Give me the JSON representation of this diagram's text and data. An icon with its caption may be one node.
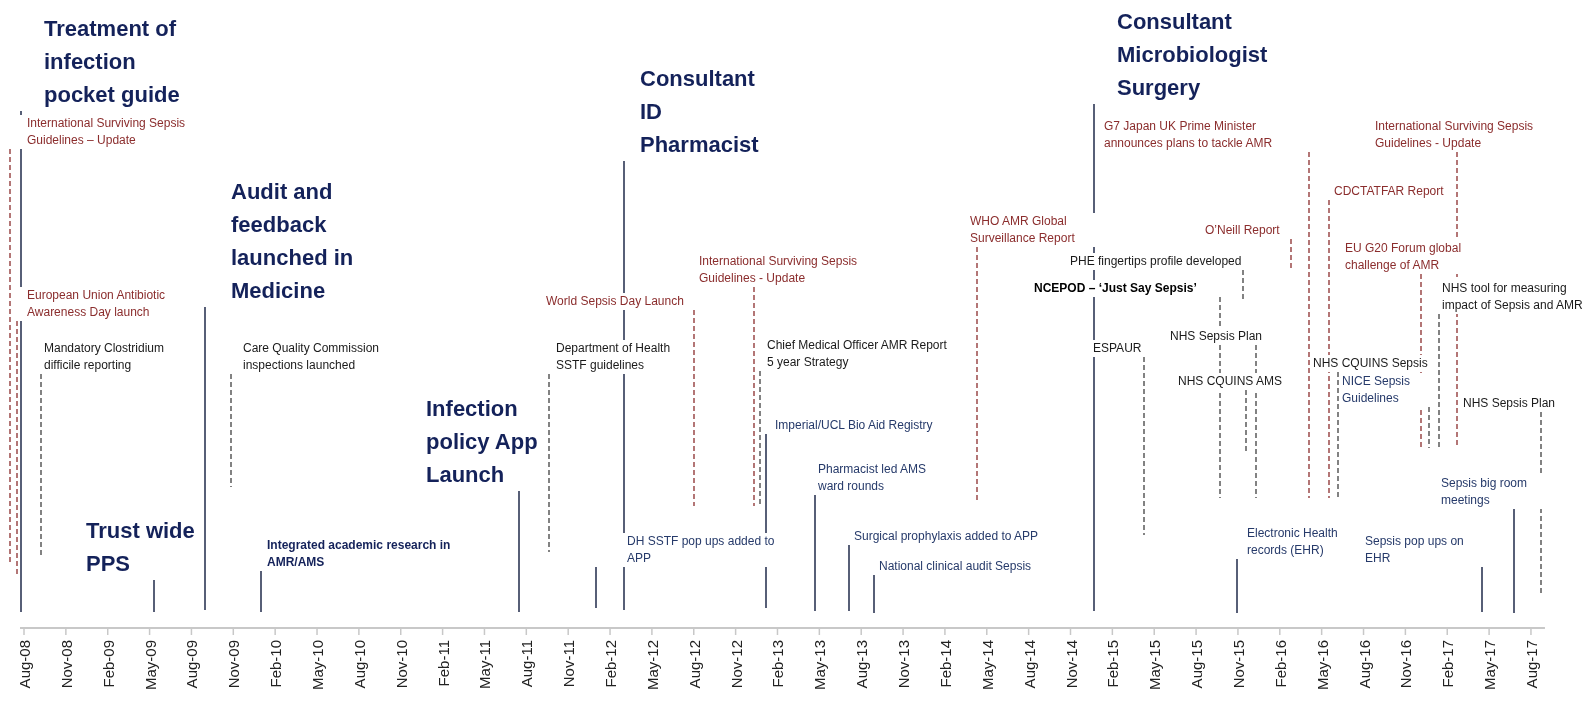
{
  "diagram": {
    "nodes": [
      {
        "text": [
          "Treatment of infection pocket guide"
        ]
      },
      {
        "text": [
          "International Surviving Sepsis Guidelines – Update"
        ]
      },
      {
        "text": [
          "European Union Antibiotic Awareness Day launch"
        ]
      },
      {
        "text": [
          "Mandatory Clostridium difficile reporting"
        ]
      },
      {
        "text": [
          "Trust wide PPS"
        ]
      },
      {
        "text": [
          "Audit and feedback launched in Medicine"
        ]
      },
      {
        "text": [
          "Care Quality Commission inspections launched"
        ]
      },
      {
        "text": [
          "Integrated academic research in AMR/AMS"
        ]
      },
      {
        "text": [
          "Infection policy App Launch"
        ]
      },
      {
        "text": [
          "Department of Health SSTF guidelines"
        ]
      },
      {
        "text": [
          "World Sepsis Day Launch"
        ]
      },
      {
        "text": [
          "Consultant ID Pharmacist"
        ]
      },
      {
        "text": [
          "DH SSTF pop ups added to APP"
        ]
      },
      {
        "text": [
          "International Surviving Sepsis Guidelines - Update"
        ]
      },
      {
        "text": [
          "Chief Medical Officer AMR Report 5 year Strategy"
        ]
      },
      {
        "text": [
          "Imperial/UCL Bio Aid Registry"
        ]
      },
      {
        "text": [
          "Pharmacist led AMS ward rounds"
        ]
      },
      {
        "text": [
          "Surgical prophylaxis added to APP"
        ]
      },
      {
        "text": [
          "National clinical audit Sepsis"
        ]
      },
      {
        "text": [
          "WHO AMR Global Surveillance Report"
        ]
      },
      {
        "text": [
          "Consultant Microbiologist Surgery"
        ]
      },
      {
        "text": [
          "G7 Japan UK Prime Minister announces plans to tackle AMR"
        ]
      },
      {
        "text": [
          "PHE fingertips profile developed"
        ]
      },
      {
        "text": [
          "O’Neill Report"
        ]
      },
      {
        "text": [
          "NCEPOD – ‘Just Say Sepsis’"
        ]
      },
      {
        "text": [
          "ESPAUR"
        ]
      },
      {
        "text": [
          "NHS Sepsis Plan"
        ]
      },
      {
        "text": [
          "NHS CQUINS AMS"
        ]
      },
      {
        "text": [
          "Electronic Health records (EHR)"
        ]
      },
      {
        "text": [
          "NHS CQUINS Sepsis"
        ]
      },
      {
        "text": [
          "CDCTATFAR Report"
        ]
      },
      {
        "text": [
          "EU G20 Forum global challenge of AMR"
        ]
      },
      {
        "text": [
          "International Surviving Sepsis Guidelines - Update"
        ]
      },
      {
        "text": [
          "NICE Sepsis Guidelines"
        ]
      },
      {
        "text": [
          "NHS tool for measuring impact of Sepsis and AMR"
        ]
      },
      {
        "text": [
          "Sepsis pop ups on EHR"
        ]
      },
      {
        "text": [
          "Sepsis big room meetings"
        ]
      },
      {
        "text": [
          "NHS Sepsis Plan"
        ]
      }
    ],
    "edges": [
      {
        "from": 0,
        "to": null,
        "arrow": "none"
      },
      {
        "from": 1,
        "to": null,
        "arrow": "none",
        "style": "dashed",
        "color": "#8b2d2d"
      },
      {
        "from": 2,
        "to": null,
        "arrow": "none",
        "style": "dashed",
        "color": "#8b2d2d"
      },
      {
        "from": 3,
        "to": null,
        "arrow": "none",
        "style": "dashed",
        "color": "#404040"
      },
      {
        "from": 4,
        "to": null,
        "arrow": "none"
      },
      {
        "from": 5,
        "to": null,
        "arrow": "none"
      },
      {
        "from": 6,
        "to": null,
        "arrow": "none",
        "style": "dashed",
        "color": "#404040"
      },
      {
        "from": 7,
        "to": null,
        "arrow": "none"
      },
      {
        "from": 8,
        "to": null,
        "arrow": "none"
      },
      {
        "from": 9,
        "to": null,
        "arrow": "none",
        "style": "dashed",
        "color": "#404040"
      },
      {
        "from": 10,
        "to": null,
        "arrow": "none",
        "style": "dashed",
        "color": "#8b2d2d"
      },
      {
        "from": 11,
        "to": null,
        "arrow": "none"
      },
      {
        "from": 12,
        "to": null,
        "arrow": "none"
      },
      {
        "from": 13,
        "to": null,
        "arrow": "none",
        "style": "dashed",
        "color": "#8b2d2d"
      },
      {
        "from": 14,
        "to": null,
        "arrow": "none",
        "style": "dashed",
        "color": "#404040"
      },
      {
        "from": 15,
        "to": null,
        "arrow": "none"
      },
      {
        "from": 16,
        "to": null,
        "arrow": "none"
      },
      {
        "from": 17,
        "to": null,
        "arrow": "none"
      },
      {
        "from": 18,
        "to": null,
        "arrow": "none"
      },
      {
        "from": 19,
        "to": null,
        "arrow": "none",
        "style": "dashed",
        "color": "#8b2d2d"
      },
      {
        "from": 20,
        "to": null,
        "arrow": "none"
      },
      {
        "from": 21,
        "to": null,
        "arrow": "none",
        "style": "dashed",
        "color": "#8b2d2d"
      },
      {
        "from": 22,
        "to": null,
        "arrow": "none",
        "style": "dashed",
        "color": "#404040"
      },
      {
        "from": 23,
        "to": null,
        "arrow": "none",
        "style": "dashed",
        "color": "#8b2d2d"
      },
      {
        "from": 24,
        "to": null,
        "arrow": "none",
        "style": "dashed",
        "color": "#404040"
      },
      {
        "from": 25,
        "to": null,
        "arrow": "none",
        "style": "dashed",
        "color": "#404040"
      },
      {
        "from": 26,
        "to": null,
        "arrow": "none",
        "style": "dashed",
        "color": "#404040"
      },
      {
        "from": 27,
        "to": null,
        "arrow": "none",
        "style": "dashed",
        "color": "#404040"
      },
      {
        "from": 28,
        "to": null,
        "arrow": "none"
      },
      {
        "from": 29,
        "to": null,
        "arrow": "none",
        "style": "dashed",
        "color": "#404040"
      },
      {
        "from": 30,
        "to": null,
        "arrow": "none",
        "style": "dashed",
        "color": "#8b2d2d"
      },
      {
        "from": 31,
        "to": null,
        "arrow": "none",
        "style": "dashed",
        "color": "#8b2d2d"
      },
      {
        "from": 32,
        "to": null,
        "arrow": "none",
        "style": "dashed",
        "color": "#8b2d2d"
      },
      {
        "from": 33,
        "to": null,
        "arrow": "none",
        "style": "dashed",
        "color": "#404040"
      },
      {
        "from": 34,
        "to": null,
        "arrow": "none",
        "style": "dashed",
        "color": "#404040"
      },
      {
        "from": 35,
        "to": null,
        "arrow": "none"
      },
      {
        "from": 36,
        "to": null,
        "arrow": "none"
      },
      {
        "from": 37,
        "to": null,
        "arrow": "none",
        "style": "dashed",
        "color": "#404040"
      }
    ],
    "labels": [
      "Aug-08",
      "Nov-08",
      "Feb-09",
      "May-09",
      "Aug-09",
      "Nov-09",
      "Feb-10",
      "May-10",
      "Aug-10",
      "Nov-10",
      "Feb-11",
      "May-11",
      "Aug-11",
      "Nov-11",
      "Feb-12",
      "May-12",
      "Aug-12",
      "Nov-12",
      "Feb-13",
      "May-13",
      "Aug-13",
      "Nov-13",
      "Feb-14",
      "May-14",
      "Aug-14",
      "Nov-14",
      "Feb-15",
      "May-15",
      "Aug-15",
      "Nov-15",
      "Feb-16",
      "May-16",
      "Aug-16",
      "Nov-16",
      "Feb-17",
      "May-17",
      "Aug-17"
    ]
  }
}
